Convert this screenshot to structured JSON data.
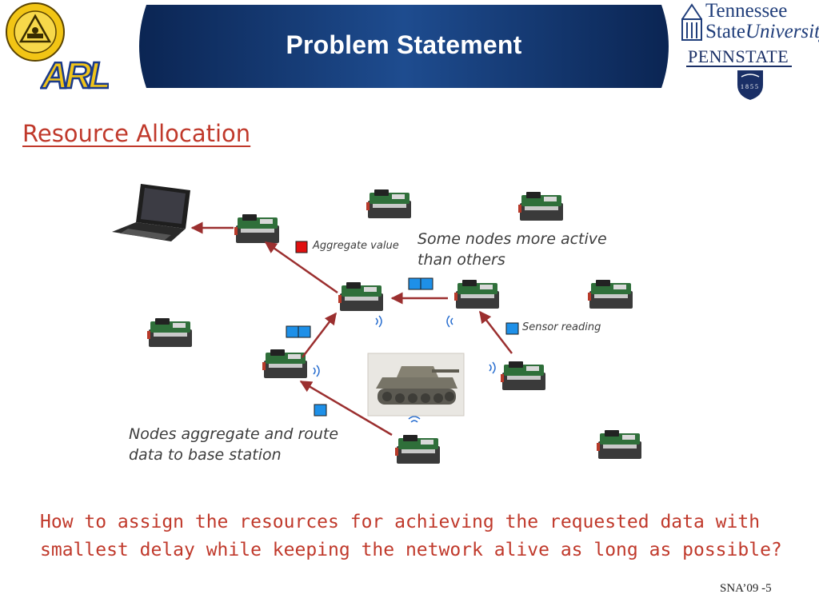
{
  "slide": {
    "title": "Problem Statement",
    "subtitle": "Resource Allocation",
    "question": "How to assign the resources for achieving the requested data with smallest delay while keeping the network alive as long as possible?",
    "footer": "SNA’09 -5"
  },
  "logos": {
    "tsu_line1": "Tennessee",
    "tsu_state": "State",
    "tsu_university": "University",
    "pennstate": "PENNSTATE",
    "pennstate_year": "1855",
    "arl": "ARL"
  },
  "diagram": {
    "label_aggregate": "Aggregate value",
    "label_active_1": "Some nodes more active",
    "label_active_2": "than others",
    "label_sensor": "Sensor reading",
    "label_route_1": "Nodes aggregate and route",
    "label_route_2": "data to base station"
  },
  "colors": {
    "banner_dark": "#0d2a5e",
    "banner_light": "#1e4c8f",
    "accent_red": "#c0392b",
    "arrow": "#9b2f2f",
    "packet_blue": "#1e90e8",
    "packet_red": "#e01010"
  }
}
